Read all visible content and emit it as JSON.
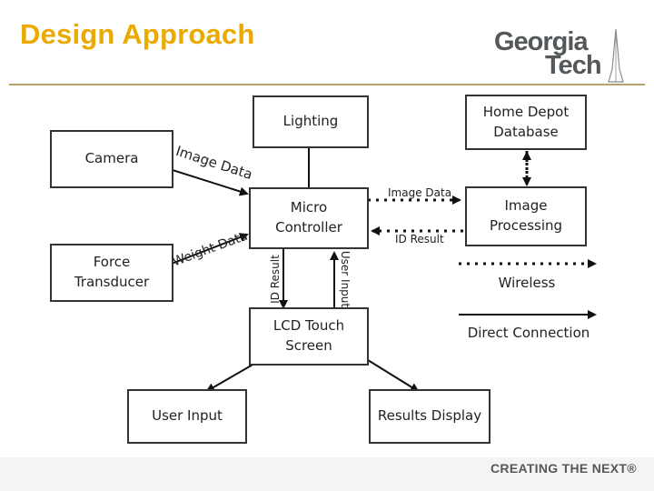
{
  "slide": {
    "title": "Design Approach",
    "logo_line1": "Georgia",
    "logo_line2": "Tech",
    "footer": "CREATING THE NEXT®"
  },
  "boxes": {
    "lighting": "Lighting",
    "home_depot": "Home Depot\nDatabase",
    "camera": "Camera",
    "micro_controller": "Micro\nController",
    "image_processing": "Image\nProcessing",
    "force_transducer": "Force\nTransducer",
    "lcd_touch": "LCD Touch\nScreen",
    "user_input_box": "User Input",
    "results_display": "Results Display"
  },
  "labels": {
    "image_data_curved": "Image Data",
    "image_data": "Image Data",
    "id_result_right": "ID Result",
    "weight_data": "Weight Data",
    "id_result_vertical": "ID Result",
    "user_input_vertical": "User Input"
  },
  "legend": {
    "wireless": "Wireless",
    "direct": "Direct Connection"
  },
  "colors": {
    "title": "#EAAA00",
    "rule": "#B3A369",
    "logo": "#54585A"
  }
}
